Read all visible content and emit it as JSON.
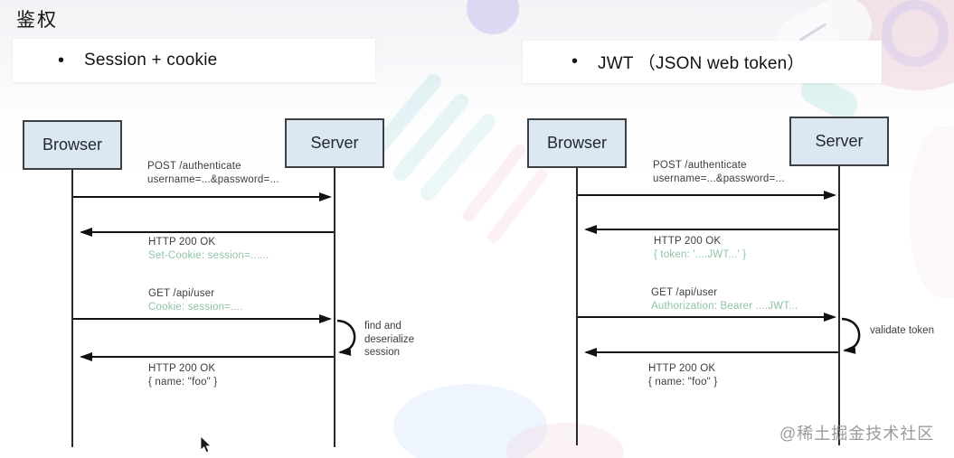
{
  "page": {
    "title": "鉴权",
    "watermark": "@稀土掘金技术社区"
  },
  "colors": {
    "highlight_green": "#8fc3a6",
    "actor_box_fill": "#dbe8f4",
    "actor_box_border": "#3c4043",
    "arrow_color": "#111111"
  },
  "left": {
    "heading_bullet": "•",
    "heading": "Session + cookie",
    "browser_label": "Browser",
    "server_label": "Server",
    "msg_auth_line1": "POST /authenticate",
    "msg_auth_line2": "username=...&password=...",
    "msg_auth_resp_line1": "HTTP 200 OK",
    "msg_auth_resp_line2": "Set-Cookie: session=......",
    "msg_get_line1": "GET /api/user",
    "msg_get_line2": "Cookie: session=....",
    "note_line1": "find and",
    "note_line2": "deserialize",
    "note_line3": "session",
    "msg_resp_line1": "HTTP 200 OK",
    "msg_resp_line2": "{ name: \"foo\" }"
  },
  "right": {
    "heading_bullet": "•",
    "heading": "JWT （JSON web token）",
    "browser_label": "Browser",
    "server_label": "Server",
    "msg_auth_line1": "POST /authenticate",
    "msg_auth_line2": "username=...&password=...",
    "msg_auth_resp_line1": "HTTP 200 OK",
    "msg_auth_resp_line2": "{ token: '....JWT...' }",
    "msg_get_line1": "GET /api/user",
    "msg_get_line2": "Authorization: Bearer ....JWT...",
    "note_line1": "validate token",
    "msg_resp_line1": "HTTP 200 OK",
    "msg_resp_line2": "{ name: \"foo\" }"
  }
}
